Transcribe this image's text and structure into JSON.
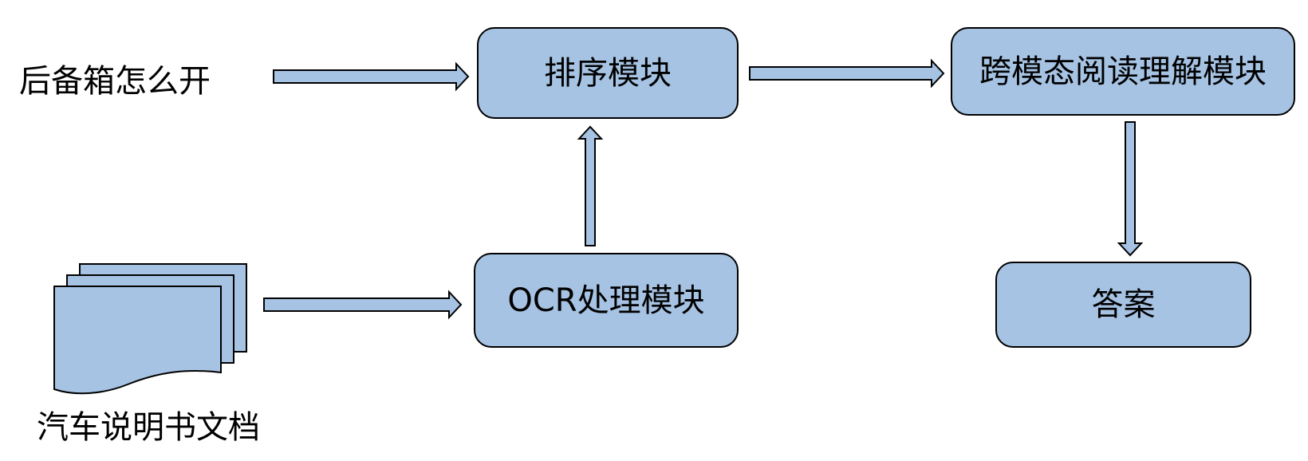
{
  "query": {
    "text": "后备箱怎么开"
  },
  "document": {
    "label": "汽车说明书文档",
    "icon": "document-stack-icon"
  },
  "modules": {
    "ranking": "排序模块",
    "ocr": "OCR处理模块",
    "reading": "跨模态阅读理解模块",
    "answer": "答案"
  },
  "colors": {
    "box_fill": "#a6c3e3",
    "stroke": "#000000"
  }
}
